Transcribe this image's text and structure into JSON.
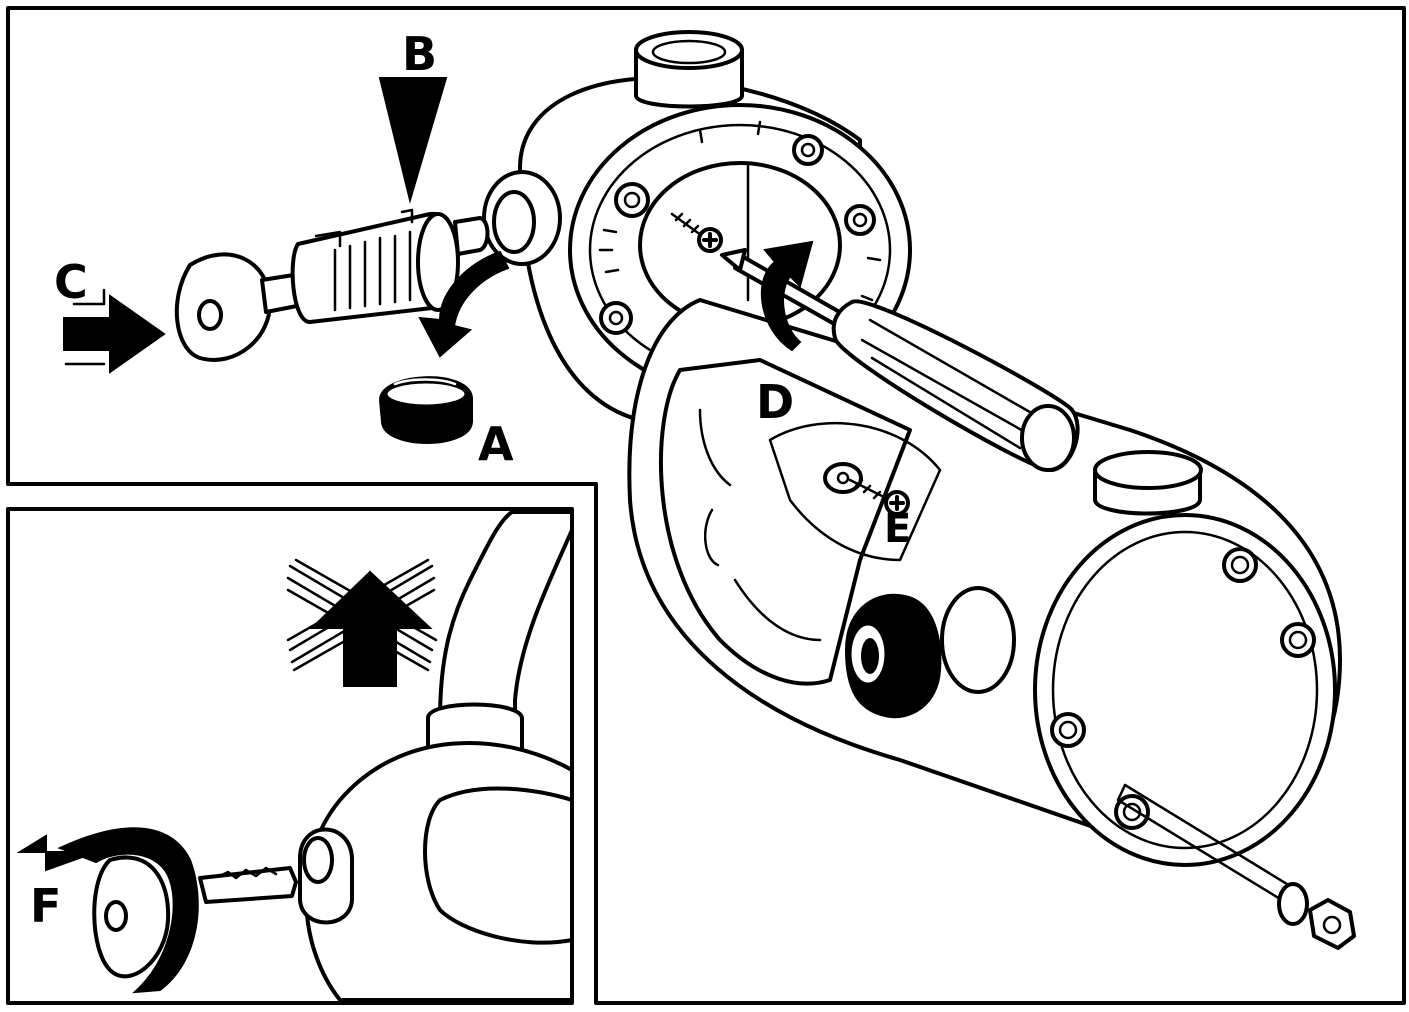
{
  "labels": {
    "a": "A",
    "b": "B",
    "c": "C",
    "d": "D",
    "e": "E",
    "f": "F"
  },
  "colors": {
    "ink": "#000000",
    "paper": "#ffffff"
  },
  "icons": {
    "key": "key-icon",
    "lock_cylinder": "lock-cylinder-icon",
    "cap": "cap-icon",
    "screwdriver": "screwdriver-icon",
    "screw": "screw-icon",
    "prohibited_up_arrow": "prohibited-up-arrow-icon"
  }
}
